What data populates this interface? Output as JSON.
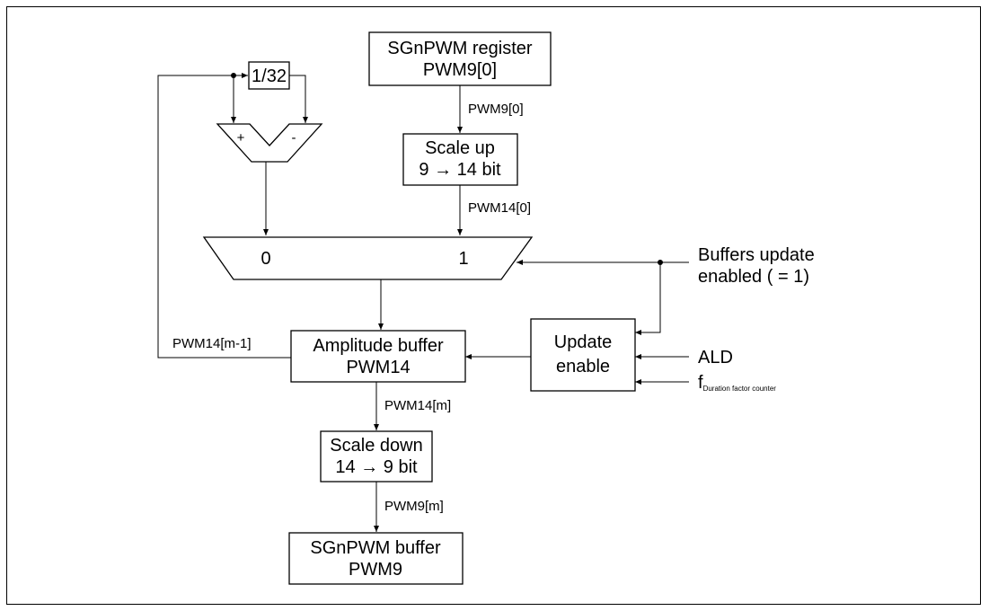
{
  "boxes": {
    "reg_line1": "SGnPWM register",
    "reg_line2": "PWM9[0]",
    "scaleup_line1": "Scale up",
    "scaleup_line2": "9  → 14 bit",
    "ratio": "1/32",
    "amp_line1": "Amplitude buffer",
    "amp_line2": "PWM14",
    "upd_line1": "Update",
    "upd_line2": "enable",
    "scaledown_line1": "Scale down",
    "scaledown_line2": "14  → 9 bit",
    "buf_line1": "SGnPWM buffer",
    "buf_line2": "PWM9"
  },
  "adder": {
    "plus": "+",
    "minus": "-"
  },
  "mux": {
    "input0": "0",
    "input1": "1"
  },
  "signals": {
    "pwm9_0": "PWM9[0]",
    "pwm14_0": "PWM14[0]",
    "pwm14_m1": "PWM14[m-1]",
    "pwm14_m": "PWM14[m]",
    "pwm9_m": "PWM9[m]"
  },
  "inputs": {
    "buffers_update_line1": "Buffers update",
    "buffers_update_line2": "enabled ( = 1)",
    "ald": "ALD",
    "f_main": "f",
    "f_sub": "Duration factor counter"
  }
}
